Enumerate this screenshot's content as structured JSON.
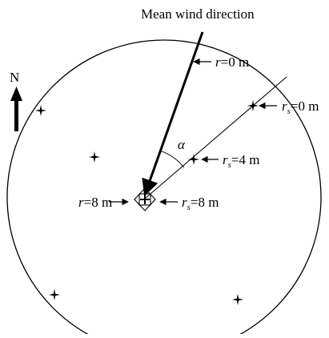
{
  "diagram": {
    "title": "Mean wind direction",
    "north_label": "N",
    "angle_label": "α",
    "labels": {
      "r_top": {
        "sym": "r",
        "sub": "",
        "val": "=0 m"
      },
      "rs_edge": {
        "sym": "r",
        "sub": "s",
        "val": "=0 m"
      },
      "rs_mid": {
        "sym": "r",
        "sub": "s",
        "val": "=4 m"
      },
      "r_center": {
        "sym": "r",
        "sub": "",
        "val": "=8 m"
      },
      "rs_center": {
        "sym": "r",
        "sub": "s",
        "val": "=8 m"
      }
    }
  }
}
